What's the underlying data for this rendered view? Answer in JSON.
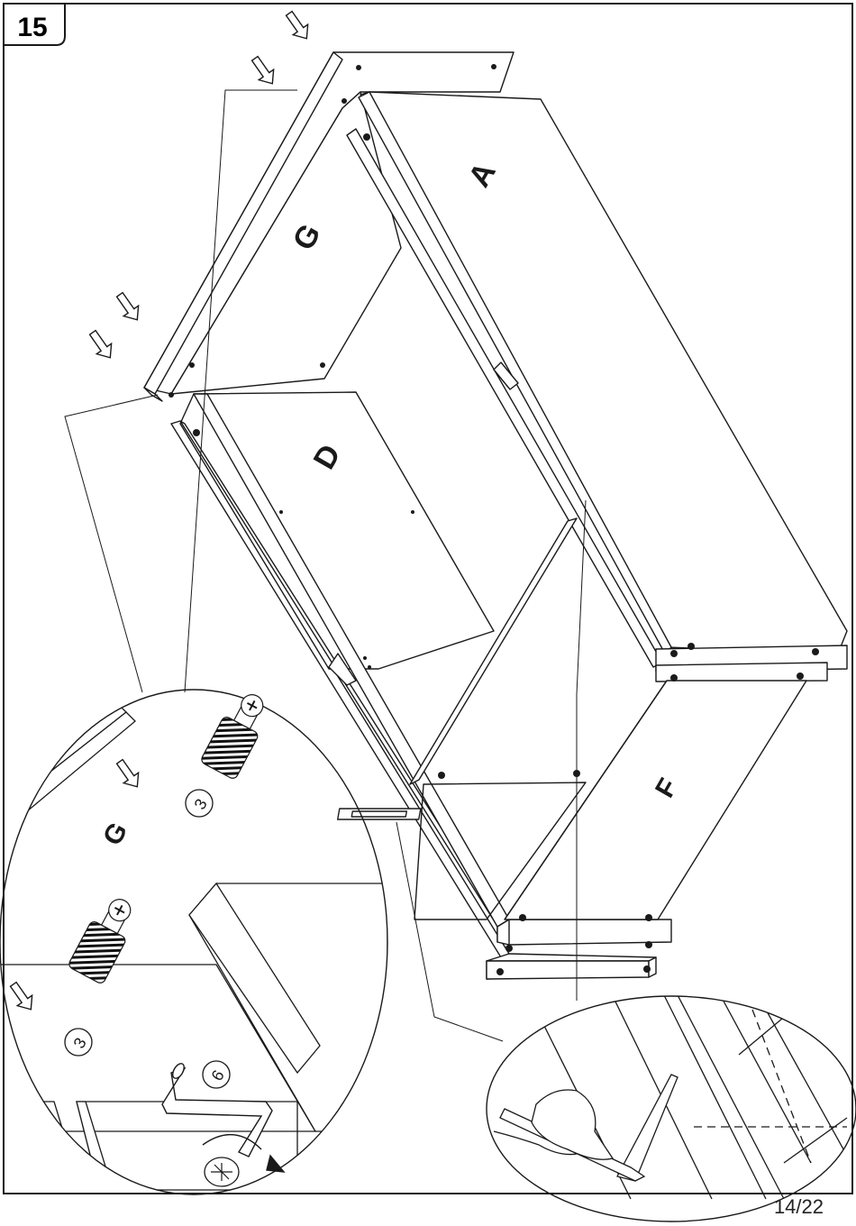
{
  "step": {
    "number": "15"
  },
  "panels": {
    "g": "G",
    "a": "A",
    "d": "D",
    "f": "F"
  },
  "detail_zoom": {
    "panel_label": "G",
    "dowel_quantity_top": "3",
    "dowel_quantity_bottom": "3",
    "allen_key_quantity": "6",
    "tool_icon": "allen-key-icon"
  },
  "footer": {
    "page_number": "14/22"
  },
  "colors": {
    "line": "#1a1a1a",
    "paper": "#ffffff"
  }
}
